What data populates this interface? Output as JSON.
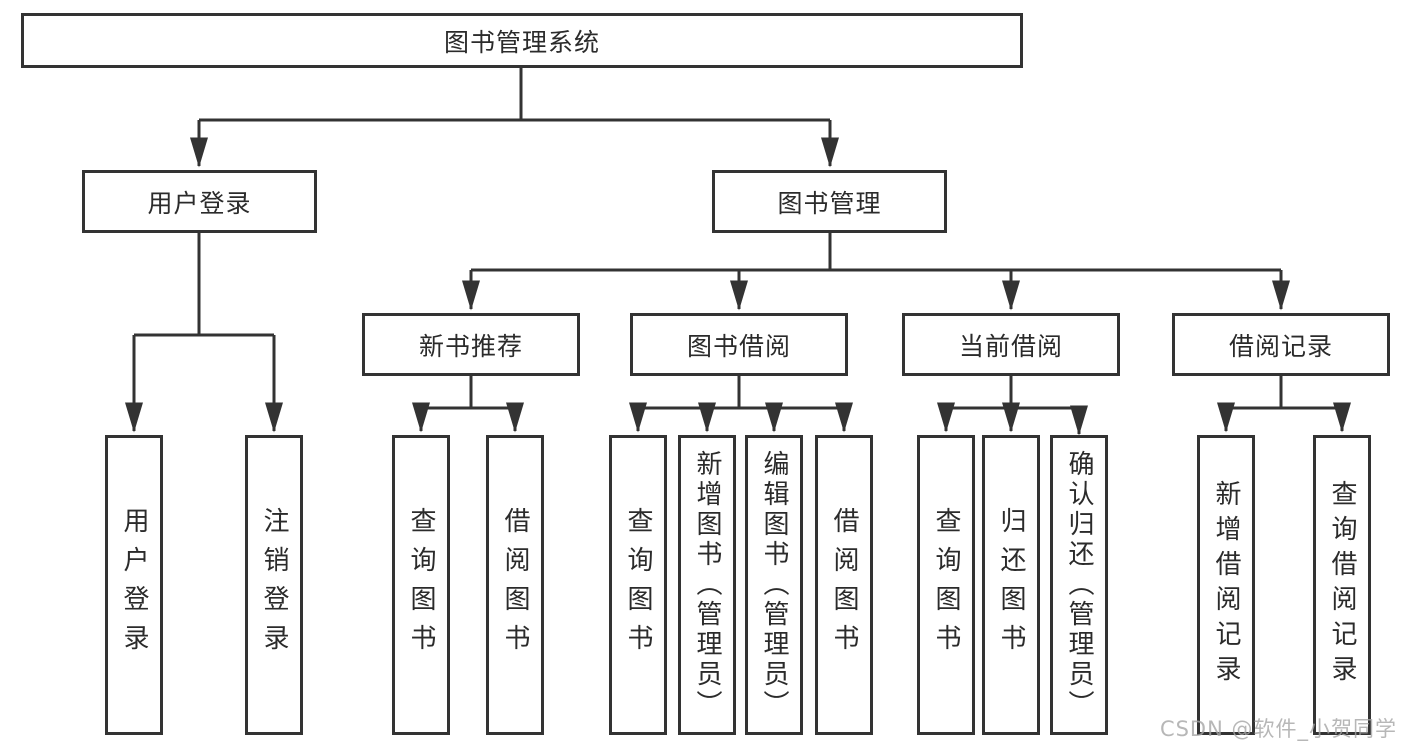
{
  "nodes": {
    "root": "图书管理系统",
    "level2": [
      "用户登录",
      "图书管理"
    ],
    "level3": [
      "新书推荐",
      "图书借阅",
      "当前借阅",
      "借阅记录"
    ],
    "leaves": [
      "用户登录",
      "注销登录",
      "查询图书",
      "借阅图书",
      "查询图书",
      "新增图书（管理员）",
      "编辑图书（管理员）",
      "借阅图书",
      "查询图书",
      "归还图书",
      "确认归还（管理员）",
      "新增借阅记录",
      "查询借阅记录"
    ]
  },
  "watermark": "CSDN @软件_小贺同学",
  "colors": {
    "line": "#333333",
    "text": "#2b2b2b",
    "background": "#ffffff",
    "watermark": "#a5a5a5"
  }
}
